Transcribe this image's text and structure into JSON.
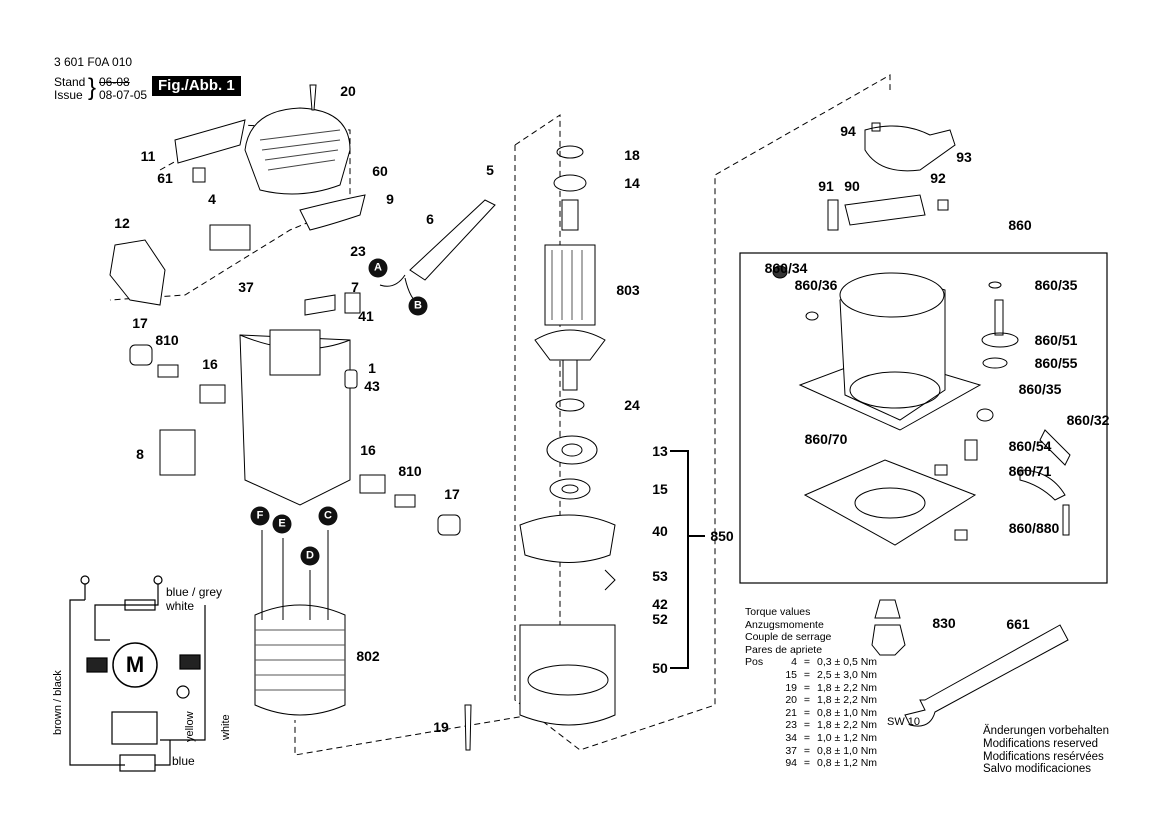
{
  "header": {
    "part_number": "3 601 F0A 010",
    "stand_label": "Stand",
    "issue_label": "Issue",
    "stand_value": "06-08",
    "issue_value": "08-07-05",
    "figure_label": "Fig./Abb. 1"
  },
  "callouts": [
    "20",
    "11",
    "61",
    "60",
    "9",
    "4",
    "12",
    "5",
    "6",
    "23",
    "37",
    "7",
    "41",
    "17",
    "810",
    "16",
    "1",
    "43",
    "8",
    "16",
    "810",
    "17",
    "802",
    "18",
    "14",
    "803",
    "24",
    "13",
    "15",
    "40",
    "850",
    "53",
    "42",
    "52",
    "50",
    "19",
    "94",
    "93",
    "91",
    "90",
    "92",
    "860",
    "860/34",
    "860/36",
    "860/35",
    "860/51",
    "860/55",
    "860/35",
    "860/32",
    "860/54",
    "860/71",
    "860/70",
    "860/880",
    "830",
    "661"
  ],
  "connectors": [
    "A",
    "B",
    "F",
    "E",
    "C",
    "D"
  ],
  "wiring": {
    "blue_grey": "blue / grey",
    "white_top": "white",
    "motor": "M",
    "brown_black": "brown / black",
    "yellow": "yellow",
    "white_side": "white",
    "blue": "blue"
  },
  "wrench_size": "SW 10",
  "torque": {
    "titles": [
      "Torque values",
      "Anzugsmomente",
      "Couple de serrage",
      "Pares de apriete"
    ],
    "pos_label": "Pos",
    "rows": [
      {
        "pos": "4",
        "value": "0,3 ± 0,5 Nm"
      },
      {
        "pos": "15",
        "value": "2,5 ± 3,0 Nm"
      },
      {
        "pos": "19",
        "value": "1,8 ± 2,2 Nm"
      },
      {
        "pos": "20",
        "value": "1,8 ± 2,2 Nm"
      },
      {
        "pos": "21",
        "value": "0,8 ± 1,0 Nm"
      },
      {
        "pos": "23",
        "value": "1,8 ± 2,2 Nm"
      },
      {
        "pos": "34",
        "value": "1,0 ± 1,2 Nm"
      },
      {
        "pos": "37",
        "value": "0,8 ± 1,0 Nm"
      },
      {
        "pos": "94",
        "value": "0,8 ± 1,2 Nm"
      }
    ]
  },
  "notes": [
    "Änderungen vorbehalten",
    "Modifications reserved",
    "Modifications resérvées",
    "Salvo modificaciones"
  ]
}
